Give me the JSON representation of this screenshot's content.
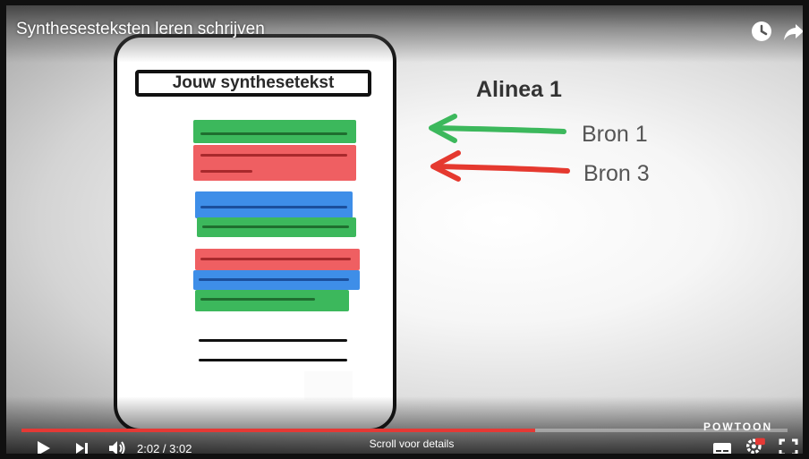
{
  "player": {
    "title": "Synthesesteksten leren schrijven",
    "time_display": "2:02 / 3:02",
    "progress": 0.67,
    "scroll_hint": "Scroll voor details",
    "logo_text": "POWTOON",
    "icons": [
      "clock-icon",
      "share-icon",
      "play-icon",
      "next-icon",
      "volume-icon",
      "subtitles-icon",
      "settings-icon",
      "fullscreen-icon"
    ],
    "accent_color": "#e53935"
  },
  "slide": {
    "document_title": "Jouw synthesetekst",
    "heading": "Alinea 1",
    "sources": [
      "Bron 1",
      "Bron 3"
    ],
    "colors": {
      "green": "#3cb85c",
      "red": "#ef5f62",
      "blue": "#3e8ee8"
    }
  }
}
